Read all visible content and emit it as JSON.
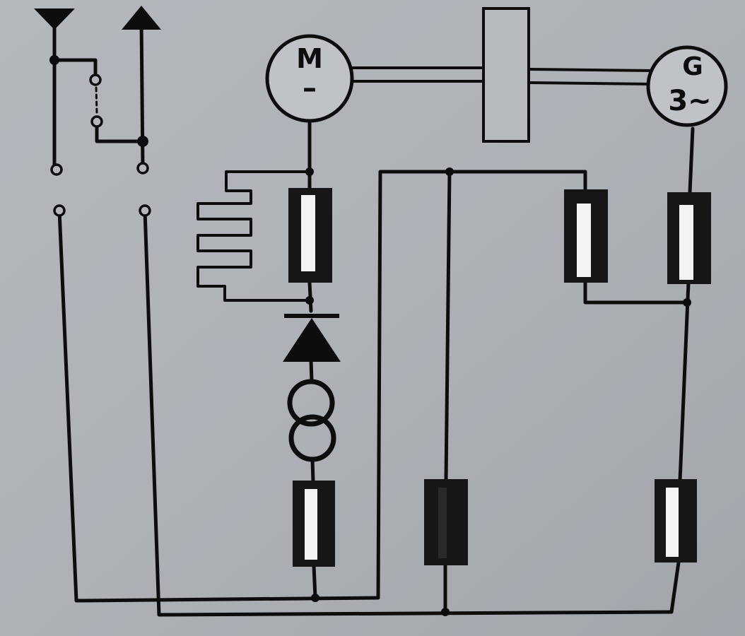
{
  "motor": {
    "letter": "M",
    "sub": "–"
  },
  "generator": {
    "letter": "G",
    "phase": "3~"
  },
  "colors": {
    "panel": "#a9adb3",
    "line": "#0d0d0d",
    "window": "#f3f3f3",
    "bezel": "#161616"
  },
  "icons": [
    "arrow-down-icon",
    "arrow-up-icon",
    "motor-icon",
    "generator-icon",
    "diode-icon",
    "transformer-icon",
    "resistor-icon",
    "coupling-icon",
    "switch-contact-icon",
    "indicator-window-icon"
  ]
}
